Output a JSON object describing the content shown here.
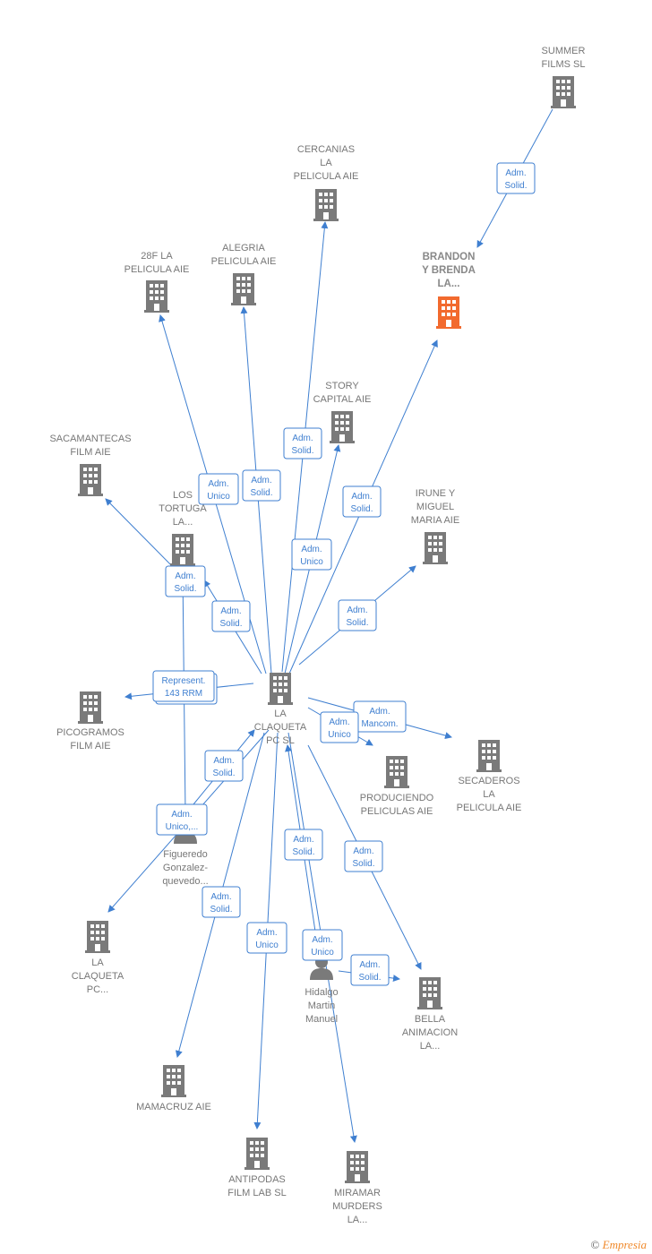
{
  "colors": {
    "company": "#7a7a7a",
    "highlight": "#f26a2e",
    "person": "#7a7a7a",
    "edge": "#3f7fd0"
  },
  "nodes": [
    {
      "id": "summer",
      "type": "company",
      "label": [
        "SUMMER",
        "FILMS SL"
      ]
    },
    {
      "id": "brandon",
      "type": "company",
      "highlight": true,
      "label": [
        "BRANDON",
        "Y BRENDA",
        "LA..."
      ]
    },
    {
      "id": "cercanias",
      "type": "company",
      "label": [
        "CERCANIAS",
        "LA",
        "PELICULA AIE"
      ]
    },
    {
      "id": "f28",
      "type": "company",
      "label": [
        "28F LA",
        "PELICULA AIE"
      ]
    },
    {
      "id": "alegria",
      "type": "company",
      "label": [
        "ALEGRIA",
        "PELICULA AIE"
      ]
    },
    {
      "id": "story",
      "type": "company",
      "label": [
        "STORY",
        "CAPITAL AIE"
      ]
    },
    {
      "id": "sacamantecas",
      "type": "company",
      "label": [
        "SACAMANTECAS",
        "FILM AIE"
      ]
    },
    {
      "id": "lostortuga",
      "type": "company",
      "label": [
        "LOS",
        "TORTUGA",
        "LA..."
      ]
    },
    {
      "id": "irune",
      "type": "company",
      "label": [
        "IRUNE Y",
        "MIGUEL",
        "MARIA AIE"
      ]
    },
    {
      "id": "center",
      "type": "company",
      "label": [
        "LA",
        "CLAQUETA",
        "PC SL"
      ]
    },
    {
      "id": "picogramos",
      "type": "company",
      "label": [
        "PICOGRAMOS",
        "FILM AIE"
      ]
    },
    {
      "id": "secaderos",
      "type": "company",
      "label": [
        "SECADEROS",
        "LA",
        "PELICULA AIE"
      ]
    },
    {
      "id": "produciendo",
      "type": "company",
      "label": [
        "PRODUCIENDO",
        "PELICULAS AIE"
      ]
    },
    {
      "id": "figueredo",
      "type": "person",
      "label": [
        "Figueredo",
        "Gonzalez-",
        "quevedo..."
      ]
    },
    {
      "id": "claqueta2",
      "type": "company",
      "label": [
        "LA",
        "CLAQUETA",
        "PC..."
      ]
    },
    {
      "id": "hidalgo",
      "type": "person",
      "label": [
        "Hidalgo",
        "Martin",
        "Manuel"
      ]
    },
    {
      "id": "bella",
      "type": "company",
      "label": [
        "BELLA",
        "ANIMACION",
        "LA..."
      ]
    },
    {
      "id": "mamacruz",
      "type": "company",
      "label": [
        "MAMACRUZ AIE"
      ]
    },
    {
      "id": "antipodas",
      "type": "company",
      "label": [
        "ANTIPODAS",
        "FILM LAB SL"
      ]
    },
    {
      "id": "miramar",
      "type": "company",
      "label": [
        "MIRAMAR",
        "MURDERS",
        "LA..."
      ]
    }
  ],
  "badges": [
    {
      "id": "b-summer",
      "lines": [
        "Adm.",
        "Solid."
      ]
    },
    {
      "id": "b-f28",
      "lines": [
        "Adm.",
        "Unico"
      ]
    },
    {
      "id": "b-alegria",
      "lines": [
        "Adm.",
        "Solid."
      ]
    },
    {
      "id": "b-cercanias",
      "lines": [
        "Adm.",
        "Solid."
      ]
    },
    {
      "id": "b-brandon",
      "lines": [
        "Adm.",
        "Solid."
      ]
    },
    {
      "id": "b-story",
      "lines": [
        "Adm.",
        "Unico"
      ]
    },
    {
      "id": "b-sacamantecas",
      "lines": [
        "Adm.",
        "Solid."
      ]
    },
    {
      "id": "b-lostortuga",
      "lines": [
        "Adm.",
        "Solid."
      ]
    },
    {
      "id": "b-irune",
      "lines": [
        "Adm.",
        "Solid."
      ]
    },
    {
      "id": "b-picogramos",
      "lines": [
        "Represent.",
        "143 RRM"
      ]
    },
    {
      "id": "b-secaderos",
      "lines": [
        "Adm.",
        "Mancom."
      ]
    },
    {
      "id": "b-produciendo",
      "lines": [
        "Adm.",
        "Unico"
      ]
    },
    {
      "id": "b-fig-center",
      "lines": [
        "Adm.",
        "Solid."
      ]
    },
    {
      "id": "b-claqueta2",
      "lines": [
        "Adm.",
        "Unico,..."
      ]
    },
    {
      "id": "b-mamacruz",
      "lines": [
        "Adm.",
        "Solid."
      ]
    },
    {
      "id": "b-antipodas",
      "lines": [
        "Adm.",
        "Unico"
      ]
    },
    {
      "id": "b-hid-center",
      "lines": [
        "Adm.",
        "Solid."
      ]
    },
    {
      "id": "b-bella",
      "lines": [
        "Adm.",
        "Solid."
      ]
    },
    {
      "id": "b-miramar",
      "lines": [
        "Adm.",
        "Unico"
      ]
    },
    {
      "id": "b-hid-bella",
      "lines": [
        "Adm.",
        "Solid."
      ]
    }
  ],
  "footer": {
    "copyright": "©",
    "brand": "Empresia"
  }
}
